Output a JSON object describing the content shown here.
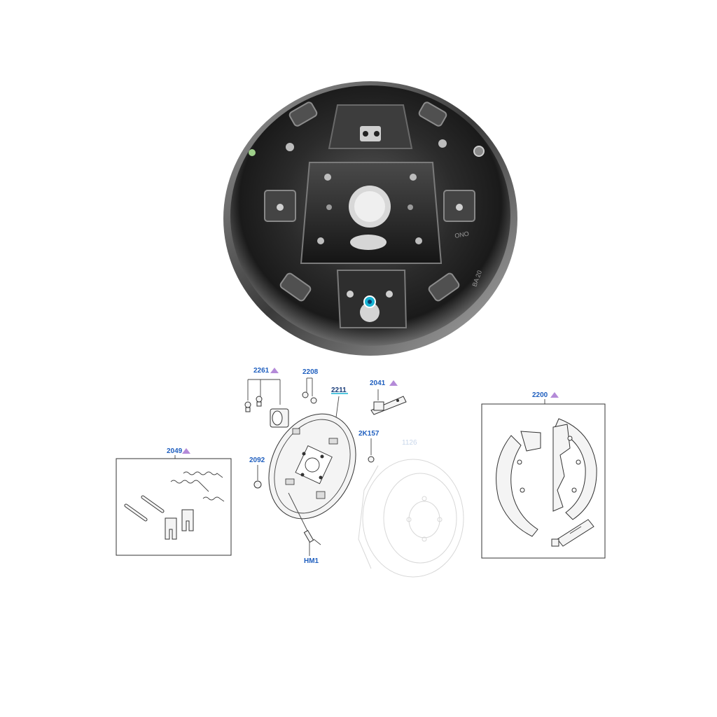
{
  "photo": {
    "subject": "brake backing plate"
  },
  "diagram": {
    "labels": {
      "p2261": "2261",
      "p2208": "2208",
      "p2211": "2211",
      "p2041": "2041",
      "p2K157": "2K157",
      "p1126": "1126",
      "p2092": "2092",
      "p2049": "2049",
      "p2200": "2200",
      "pHM1": "HM1"
    },
    "colors": {
      "label_blue": "#1f5fbf",
      "marker_purple": "#b48ad8",
      "highlight_cyan": "#18b4d4"
    }
  }
}
